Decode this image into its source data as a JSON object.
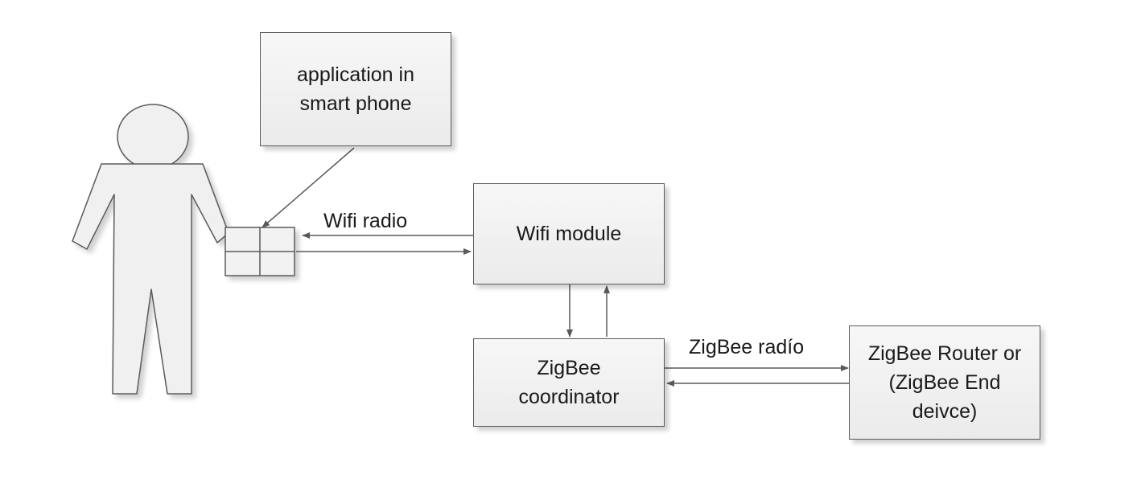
{
  "nodes": {
    "app": {
      "label": "application in smart phone"
    },
    "wifi": {
      "label": "Wifi module"
    },
    "coord": {
      "label": "ZigBee coordinator"
    },
    "router": {
      "label": "ZigBee Router or (ZigBee End deivce)"
    }
  },
  "edges": {
    "wifi_radio": {
      "label": "Wifi radio"
    },
    "zigbee_radio": {
      "label": "ZigBee radío"
    }
  },
  "colors": {
    "stroke": "#5a5a5a",
    "fill": "#f0f0f0",
    "text": "#1a1a1a"
  }
}
